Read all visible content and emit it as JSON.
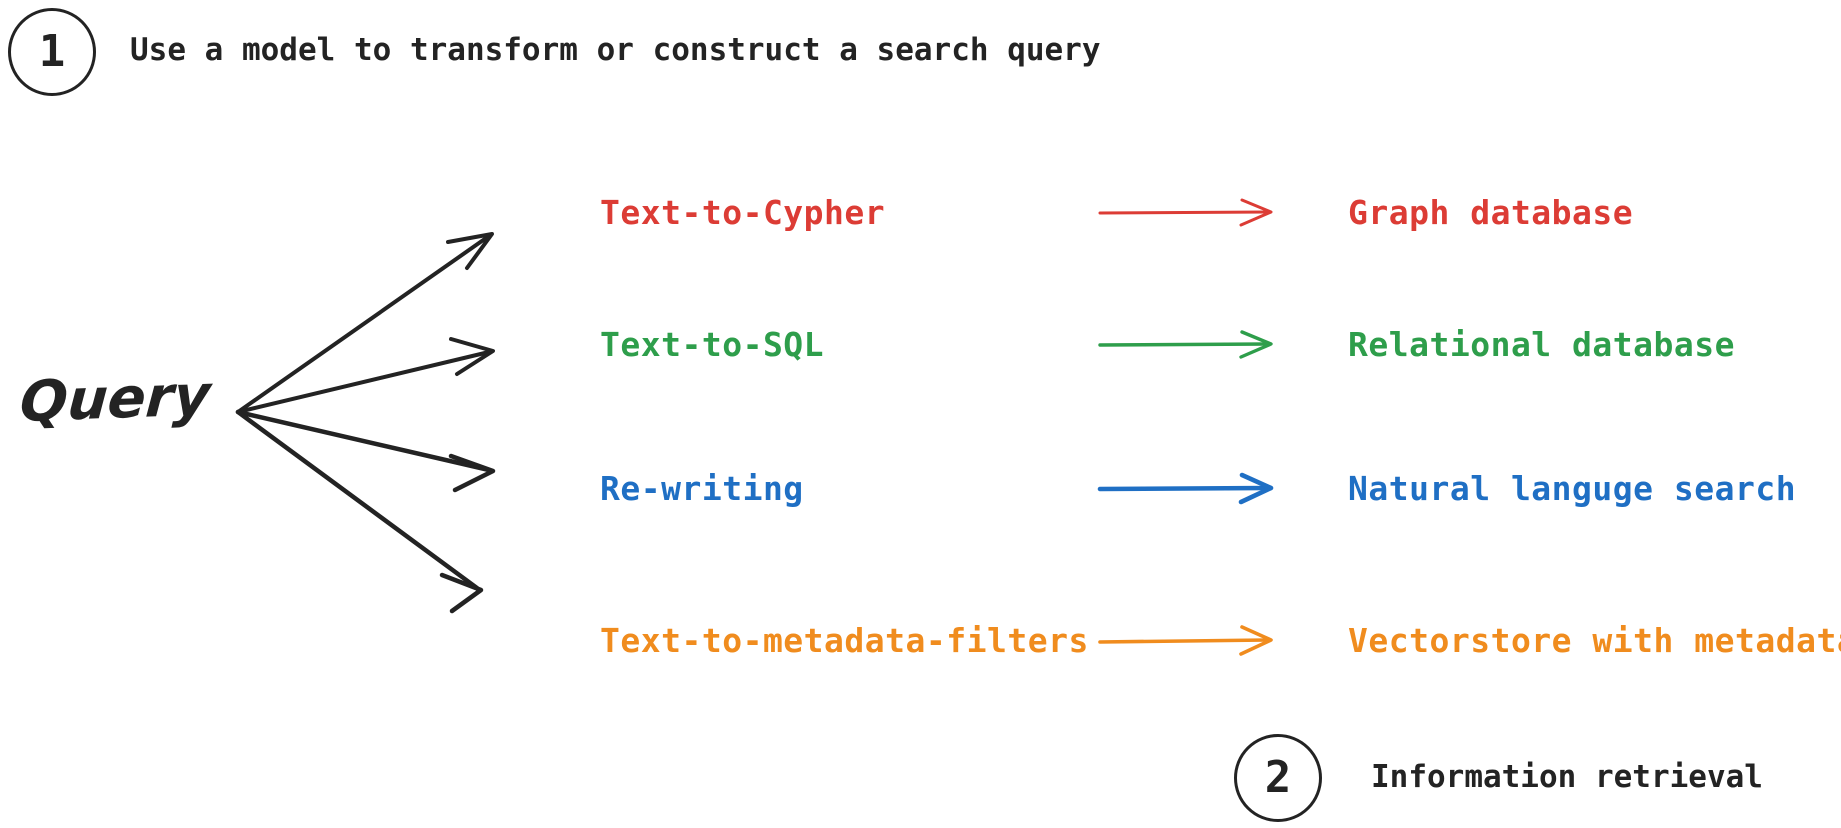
{
  "steps": [
    {
      "number": "1",
      "label": "Use a model to transform or construct a search query"
    },
    {
      "number": "2",
      "label": "Information retrieval"
    }
  ],
  "source": {
    "label": "Query"
  },
  "colors": {
    "text": "#232323",
    "red": "#DC3C35",
    "green": "#2E9E4B",
    "blue": "#1F6FC4",
    "orange": "#F08C1E",
    "background": "#FFFFFF"
  },
  "rows": [
    {
      "technique": "Text-to-Cypher",
      "target": "Graph database",
      "color": "#DC3C35",
      "arrow_icon": "arrow-right-icon"
    },
    {
      "technique": "Text-to-SQL",
      "target": "Relational database",
      "color": "#2E9E4B",
      "arrow_icon": "arrow-right-icon"
    },
    {
      "technique": "Re-writing",
      "target": "Natural languge search",
      "color": "#1F6FC4",
      "arrow_icon": "arrow-right-icon"
    },
    {
      "technique": "Text-to-metadata-filters",
      "target": "Vectorstore with metadata",
      "color": "#F08C1E",
      "arrow_icon": "arrow-right-icon"
    }
  ],
  "fan": {
    "icon": "branching-arrows-icon",
    "branch_count": 4
  }
}
